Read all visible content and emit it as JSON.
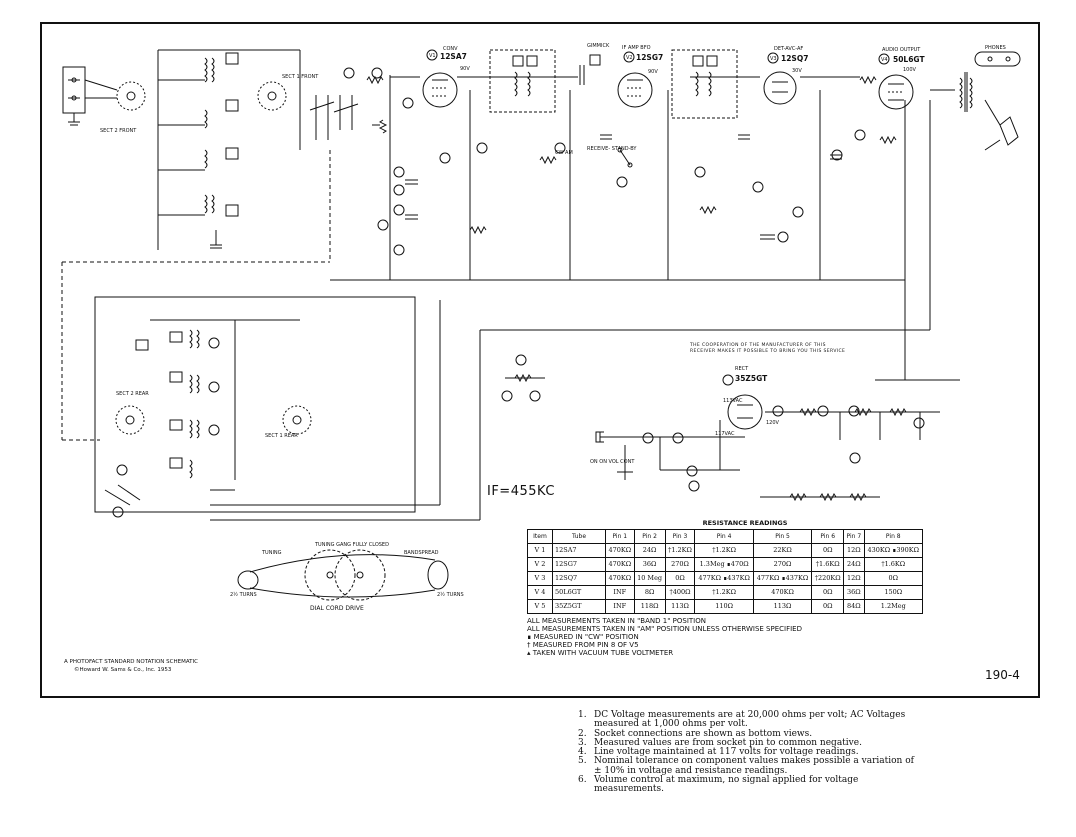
{
  "schematic": {
    "tubes": [
      {
        "id": "V1",
        "type": "12SA7",
        "function": "CONV"
      },
      {
        "id": "V2",
        "type": "12SG7",
        "function": "IF AMP  BFO"
      },
      {
        "id": "V3",
        "type": "12SQ7",
        "function": "DET-AVC-AF"
      },
      {
        "id": "V4",
        "type": "50L6GT",
        "function": "AUDIO OUTPUT"
      },
      {
        "id": "V5",
        "type": "35Z5GT",
        "function": "RECT"
      }
    ],
    "labels": {
      "gimmick": "GIMMICK",
      "phones": "PHONES",
      "sect2_front": "SECT 2 FRONT",
      "sect1_front": "SECT 1 FRONT",
      "sect2_rear": "SECT 2 REAR",
      "sect1_rear": "SECT 1 REAR",
      "receive_standby": "RECEIVE- STAND-BY",
      "cw_am": "CW   AM",
      "on_vol_cont": "ON ON VOL CONT",
      "if_freq": "IF=455KC",
      "coop_line1": "THE COOPERATION OF THE MANUFACTURER OF THIS",
      "coop_line2": "RECEIVER MAKES IT POSSIBLE TO BRING YOU THIS SERVICE",
      "dial_title": "DIAL CORD DRIVE",
      "tuning": "TUNING",
      "tuning_gang": "TUNING GANG FULLY CLOSED",
      "bandspread": "BANDSPREAD",
      "turns_left": "2½ TURNS",
      "turns_right": "2½ TURNS"
    },
    "voltages": {
      "v1_plate": "90V",
      "v2_plate": "90V",
      "v3_plate": "30V",
      "v4_plate": "100V",
      "rect_117vac": "117VAC",
      "rect_113vac": "113VAC",
      "rect_120v": "120V"
    }
  },
  "resistance": {
    "title": "RESISTANCE READINGS",
    "headers": [
      "Item",
      "Tube",
      "Pin 1",
      "Pin 2",
      "Pin 3",
      "Pin 4",
      "Pin 5",
      "Pin 6",
      "Pin 7",
      "Pin 8"
    ],
    "rows": [
      [
        "V 1",
        "12SA7",
        "470KΩ",
        "24Ω",
        "†1.2KΩ",
        "†1.2KΩ",
        "22KΩ",
        "0Ω",
        "12Ω",
        "430KΩ ∎390KΩ"
      ],
      [
        "V 2",
        "12SG7",
        "470KΩ",
        "36Ω",
        "270Ω",
        "1.3Meg ∎470Ω",
        "270Ω",
        "†1.6KΩ",
        "24Ω",
        "†1.6KΩ"
      ],
      [
        "V 3",
        "12SQ7",
        "470KΩ",
        "10 Meg",
        "0Ω",
        "477KΩ ∎437KΩ",
        "477KΩ ∎437KΩ",
        "†220KΩ",
        "12Ω",
        "0Ω"
      ],
      [
        "V 4",
        "50L6GT",
        "INF",
        "8Ω",
        "†400Ω",
        "†1.2KΩ",
        "470KΩ",
        "0Ω",
        "36Ω",
        "150Ω"
      ],
      [
        "V 5",
        "35Z5GT",
        "INF",
        "118Ω",
        "113Ω",
        "110Ω",
        "113Ω",
        "0Ω",
        "84Ω",
        "1.2Meg"
      ]
    ],
    "notes": [
      "ALL MEASUREMENTS TAKEN IN  \"BAND 1\" POSITION",
      "ALL MEASUREMENTS TAKEN  IN \"AM\" POSITION UNLESS  OTHERWISE SPECIFIED",
      "∎ MEASURED IN \"CW\" POSITION",
      "† MEASURED FROM PIN 8 OF V5",
      "▴ TAKEN WITH VACUUM TUBE VOLTMETER"
    ]
  },
  "footnotes": [
    {
      "num": "1.",
      "text": "DC Voltage measurements are at 20,000 ohms per volt; AC Voltages measured at 1,000 ohms per volt."
    },
    {
      "num": "2.",
      "text": "Socket connections are shown as bottom views."
    },
    {
      "num": "3.",
      "text": "Measured values are from socket pin to common negative."
    },
    {
      "num": "4.",
      "text": "Line voltage maintained at 117 volts for voltage readings."
    },
    {
      "num": "5.",
      "text": "Nominal tolerance on component values makes possible a variation of ± 10% in voltage and resistance readings."
    },
    {
      "num": "6.",
      "text": "Volume control at maximum, no signal applied for voltage measurements."
    }
  ],
  "credit": {
    "line1": "A PHOTOFACT STANDARD NOTATION SCHEMATIC",
    "line2": "©Howard W. Sams & Co., Inc. 1953"
  },
  "page_number": "190-4"
}
